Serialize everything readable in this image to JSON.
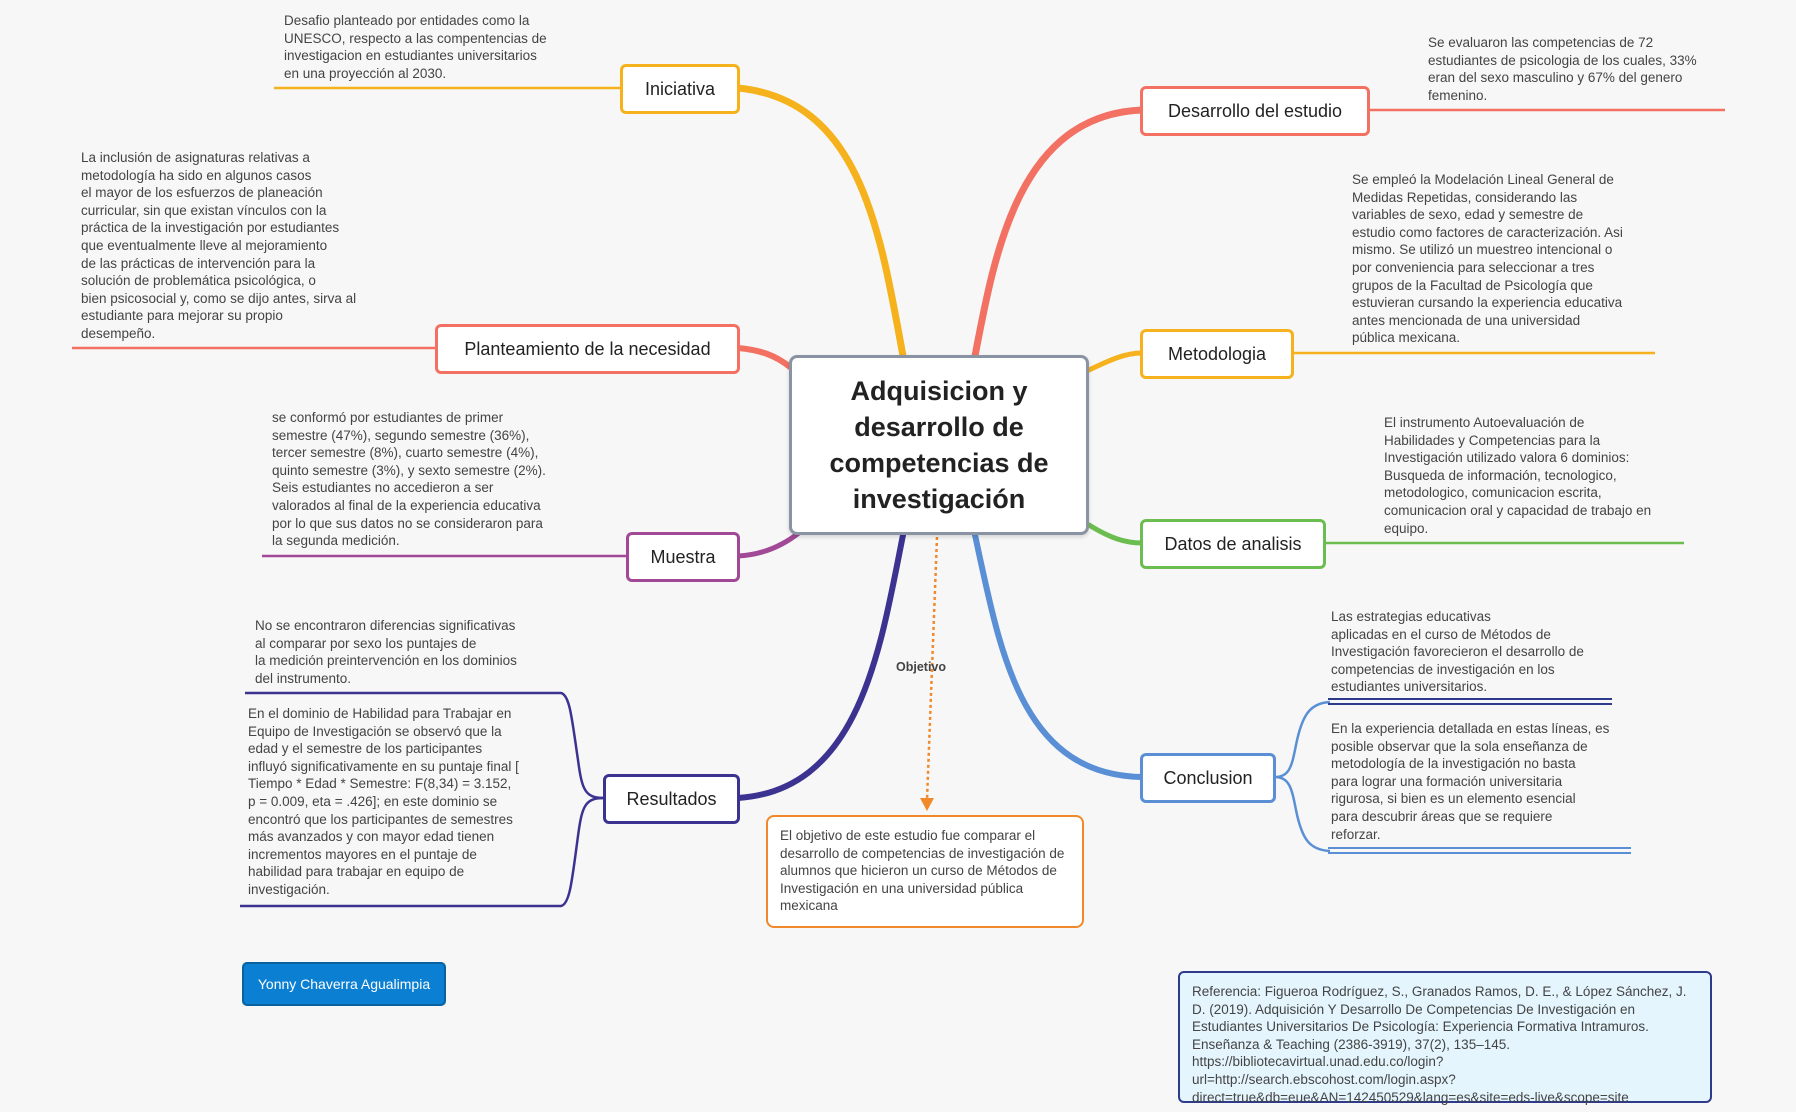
{
  "central": "Adquisicion y desarrollo de competencias de investigación",
  "branches": [
    {
      "label": "Iniciativa",
      "color": "#f5b21d"
    },
    {
      "label": "Planteamiento de la necesidad",
      "color": "#f27162"
    },
    {
      "label": "Muestra",
      "color": "#a14897"
    },
    {
      "label": "Resultados",
      "color": "#3c3391"
    },
    {
      "label": "Desarrollo del estudio",
      "color": "#f27162"
    },
    {
      "label": "Metodologia",
      "color": "#f5b21d"
    },
    {
      "label": "Datos de analisis",
      "color": "#6cbd4f"
    },
    {
      "label": "Conclusion",
      "color": "#5a8fd6"
    }
  ],
  "notes": {
    "iniciativa": "Desafio planteado por entidades como la\nUNESCO, respecto a las compentencias de\ninvestigacion en estudiantes universitarios\nen una proyección al 2030.",
    "planteamiento": "La inclusión de asignaturas relativas a\nmetodología ha sido en algunos casos\nel mayor de los esfuerzos de planeación\ncurricular, sin que existan vínculos con la\npráctica de la investigación por estudiantes\nque eventualmente lleve al mejoramiento\nde las prácticas de intervención para la\nsolución de problemática psicológica, o\nbien psicosocial y, como se dijo antes, sirva al\nestudiante para mejorar su propio\ndesempeño.",
    "muestra": "se conformó por estudiantes de primer\nsemestre (47%), segundo semestre (36%),\ntercer semestre (8%), cuarto semestre (4%),\nquinto semestre (3%), y sexto semestre (2%).\nSeis estudiantes no accedieron a ser\nvalorados al final de la experiencia educativa\npor lo que sus datos no se consideraron para\nla segunda medición.",
    "resultados_1": "No se encontraron diferencias significativas\nal comparar por sexo los puntajes de\nla medición preintervención en los dominios\ndel instrumento.",
    "resultados_2": "En el dominio de Habilidad para Trabajar en\nEquipo de Investigación se observó que la\nedad y el semestre de los participantes\ninfluyó significativamente en su puntaje final [\nTiempo * Edad * Semestre: F(8,34) = 3.152,\np = 0.009, eta = .426]; en este dominio se\nencontró que los participantes de semestres\nmás avanzados y con mayor edad tienen\nincrementos mayores en el puntaje de\nhabilidad para trabajar en equipo de\ninvestigación.",
    "desarrollo": "Se evaluaron las competencias de 72\nestudiantes de psicologia de los cuales, 33%\neran  del sexo masculino y 67% del genero\nfemenino.",
    "metodologia": "Se empleó la Modelación Lineal General de\nMedidas Repetidas, considerando las\nvariables de sexo, edad y semestre de\nestudio como factores de caracterización. Asi\nmismo. Se utilizó un muestreo intencional o\npor conveniencia para seleccionar a tres\ngrupos de la Facultad de Psicología que\nestuvieran cursando la experiencia educativa\nantes mencionada de una universidad\npública mexicana.",
    "datos": "El instrumento Autoevaluación de\nHabilidades y Competencias para la\nInvestigación utilizado valora 6 dominios:\nBusqueda de información, tecnologico,\nmetodologico, comunicacion escrita,\ncomunicacion oral y capacidad de trabajo en\nequipo.",
    "conclusion_1": "Las estrategias educativas\naplicadas en el curso de Métodos de\nInvestigación favorecieron el desarrollo de\ncompetencias de investigación en los\nestudiantes universitarios.",
    "conclusion_2": "En la experiencia detallada en estas líneas, es\nposible observar que la sola enseñanza de\nmetodología de la investigación no basta\npara lograr una formación universitaria\nrigurosa, si bien es un elemento esencial\npara descubrir áreas que se requiere\nreforzar."
  },
  "objective": {
    "label": "Objetivo",
    "text": "El objetivo de este estudio fue comparar el desarrollo de competencias de investigación de alumnos que hicieron un curso de Métodos de Investigación en una universidad pública mexicana",
    "color": "#f0892a"
  },
  "author": "Yonny Chaverra Agualimpia",
  "reference": "Referencia: Figueroa Rodríguez, S., Granados Ramos, D. E., & López Sánchez, J. D. (2019). Adquisición Y Desarrollo De Competencias De Investigación en Estudiantes Universitarios De Psicología: Experiencia Formativa Intramuros. Enseñanza & Teaching (2386-3919), 37(2), 135–145.   https://bibliotecavirtual.unad.edu.co/login?url=http://search.ebscohost.com/login.aspx?direct=true&db=eue&AN=142450529&lang=es&site=eds-live&scope=site"
}
